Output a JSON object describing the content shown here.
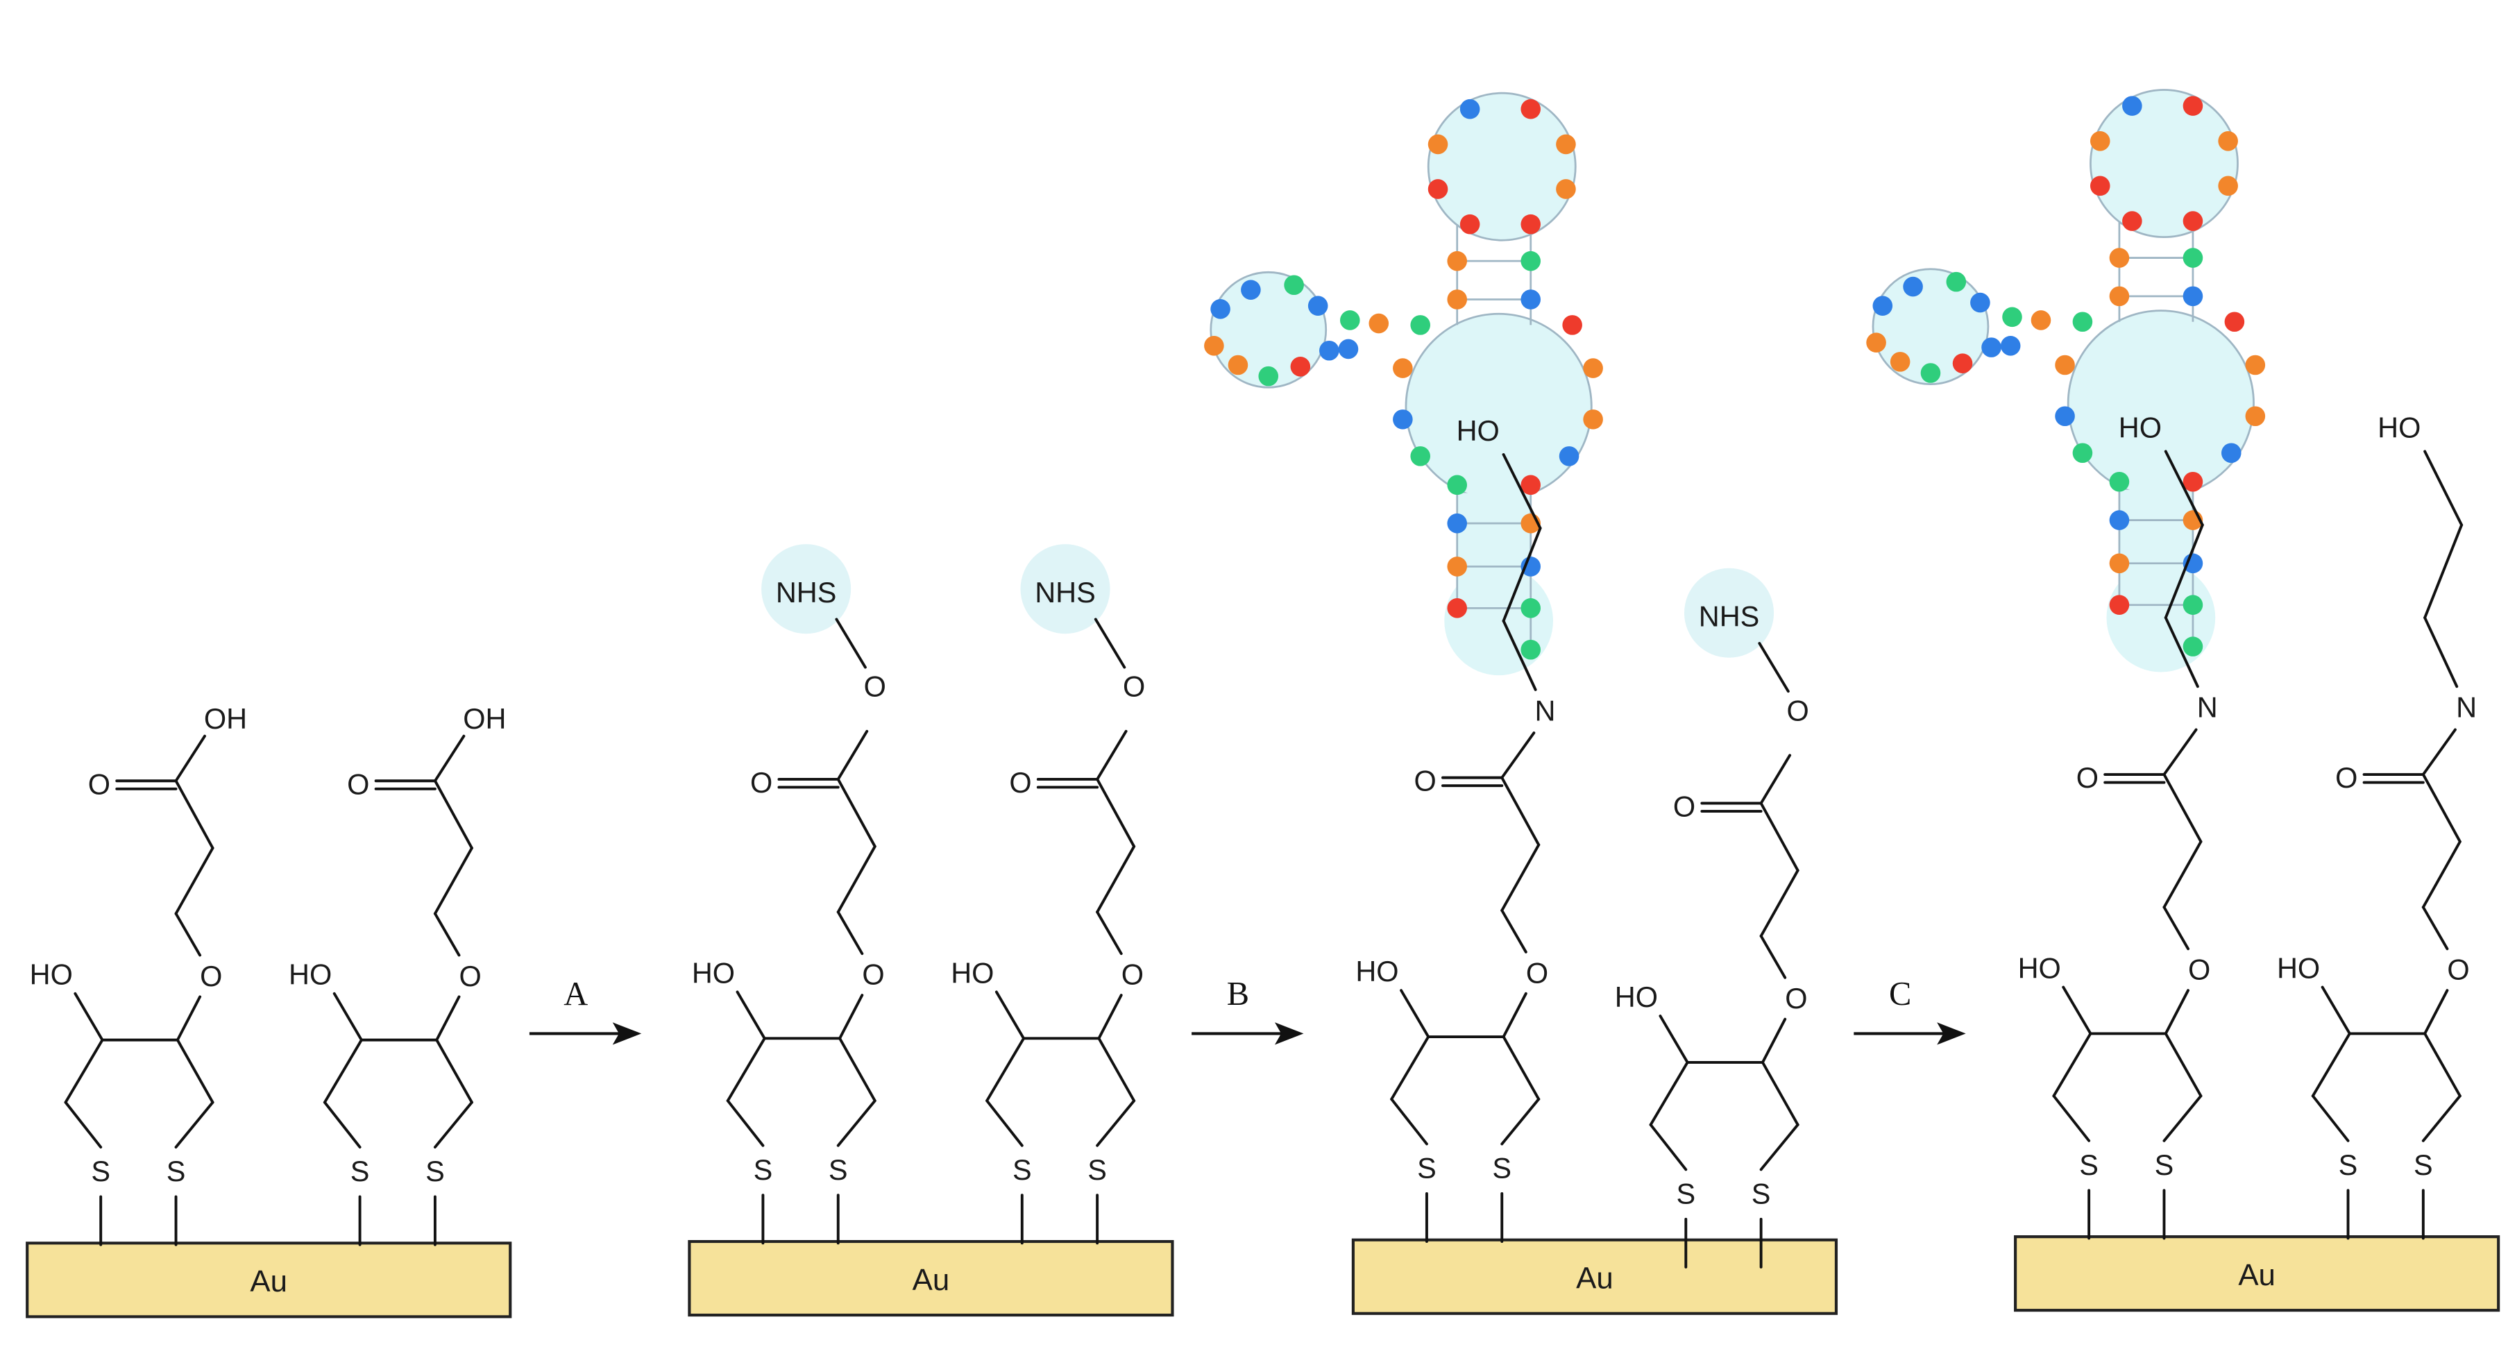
{
  "diagram": {
    "substrate_label": "Au",
    "steps": [
      "A",
      "B",
      "C"
    ],
    "labels": {
      "oh": "OH",
      "ho": "HO",
      "o": "O",
      "s": "S",
      "n": "N",
      "nhs": "NHS"
    },
    "colors": {
      "gold_fill": "#f6e29a",
      "bond": "#111111",
      "nhs_halo": "#dff4f7",
      "aptamer_fill": "#ddf6f8",
      "aptamer_outline": "#9fb6c4",
      "base_red": "#ee3b2c",
      "base_orange": "#f2862b",
      "base_blue": "#2f7fe6",
      "base_green": "#2fce7c"
    },
    "panels": [
      {
        "id": "panel-1",
        "molecules": [
          "carboxyl-acid",
          "carboxyl-acid"
        ]
      },
      {
        "id": "panel-2",
        "molecules": [
          "nhs-ester",
          "nhs-ester"
        ]
      },
      {
        "id": "panel-3",
        "molecules": [
          "aptamer-amide",
          "nhs-ester"
        ]
      },
      {
        "id": "panel-4",
        "molecules": [
          "aptamer-amide",
          "ethanolamine-amide"
        ]
      }
    ]
  }
}
